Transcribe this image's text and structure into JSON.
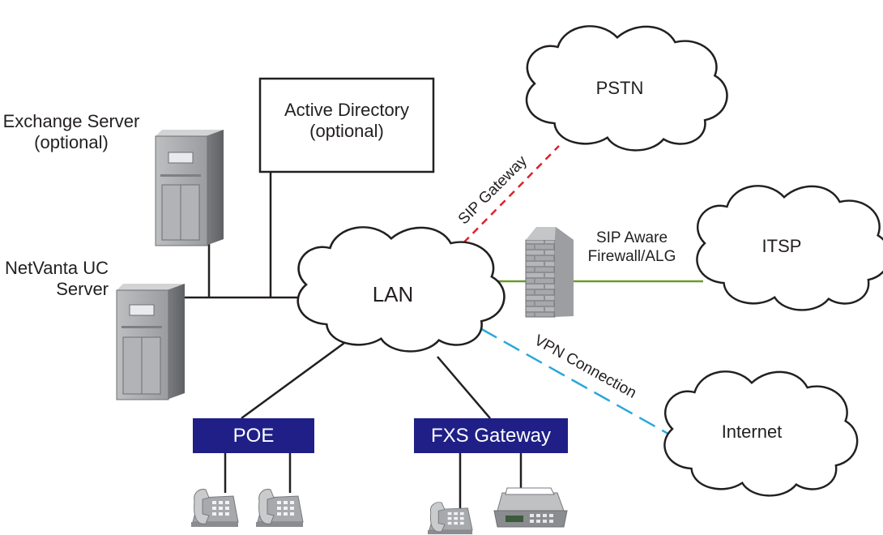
{
  "diagram": {
    "nodes": {
      "exchange_server": "Exchange Server\n(optional)",
      "active_directory": "Active Directory\n(optional)",
      "netvanta": "NetVanta UC\nServer",
      "lan": "LAN",
      "pstn": "PSTN",
      "itsp": "ITSP",
      "internet": "Internet",
      "poe": "POE",
      "fxs_gateway": "FXS Gateway"
    },
    "links": {
      "sip_gateway": "SIP Gateway",
      "firewall": "SIP Aware\nFirewall/ALG",
      "vpn": "VPN Connection"
    },
    "icons": [
      "server-icon",
      "firewall-icon",
      "phone-icon",
      "fax-icon",
      "cloud-icon"
    ],
    "colors": {
      "bar_fill": "#1f1f87",
      "sip_gateway_line": "#e0202a",
      "firewall_line": "#6a9a2a",
      "vpn_line": "#2aa8d8",
      "wire": "#231f20"
    }
  }
}
